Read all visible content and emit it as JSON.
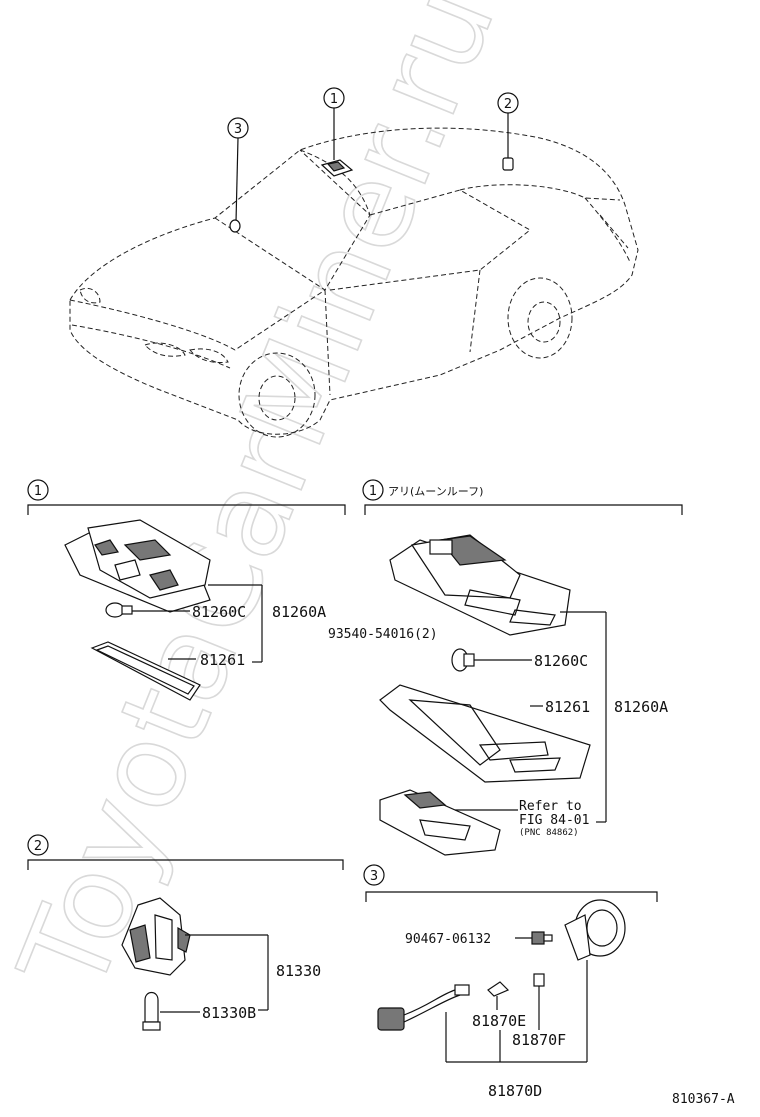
{
  "watermark": "ToyotaCarMiner.ru",
  "callouts": {
    "c1": "1",
    "c2": "2",
    "c3": "3"
  },
  "sections": {
    "s1_left": {
      "num": "1"
    },
    "s1_right": {
      "num": "1",
      "note": "アリ(ムーンルーフ)"
    },
    "s2": {
      "num": "2"
    },
    "s3": {
      "num": "3"
    }
  },
  "parts": {
    "p81260C_left": "81260C",
    "p81260A_left": "81260A",
    "p81261_left": "81261",
    "p93540": "93540-54016(2)",
    "p81260C_right": "81260C",
    "p81261_right": "81261",
    "p81260A_right": "81260A",
    "refer_line1": "Refer to",
    "refer_line2": "FIG 84-01",
    "refer_line3": "(PNC 84862)",
    "p81330": "81330",
    "p81330B": "81330B",
    "p90467": "90467-06132",
    "p81870E": "81870E",
    "p81870F": "81870F",
    "p81870D": "81870D"
  },
  "figure_code": "810367-A",
  "icons": [
    "car-outline-icon",
    "dome-lamp-icon",
    "bulb-icon",
    "lens-icon",
    "socket-icon",
    "bracket-icon",
    "wire-harness-icon"
  ]
}
